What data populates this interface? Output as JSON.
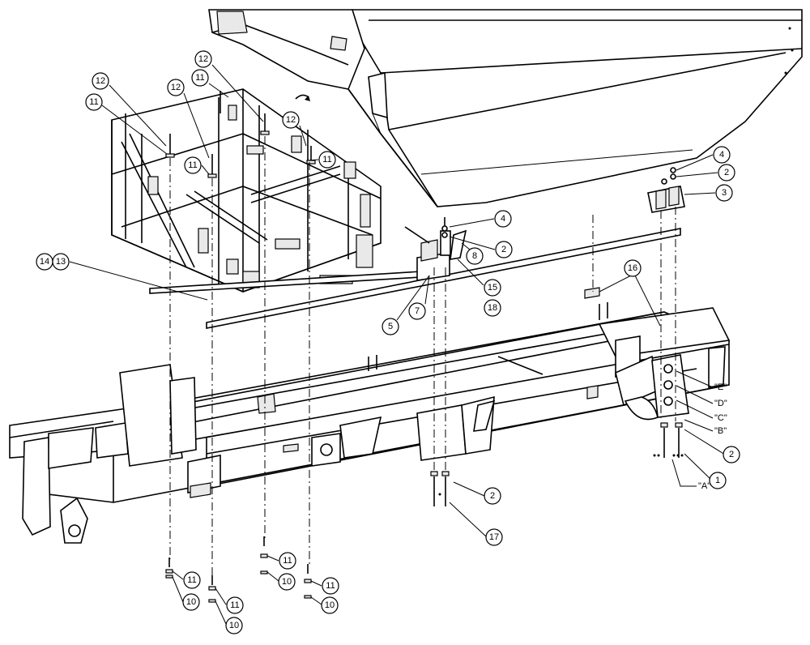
{
  "callouts": [
    {
      "id": "c-12-a",
      "label": "12"
    },
    {
      "id": "c-11-a",
      "label": "11"
    },
    {
      "id": "c-12-b",
      "label": "12"
    },
    {
      "id": "c-11-b",
      "label": "11"
    },
    {
      "id": "c-12-c",
      "label": "12"
    },
    {
      "id": "c-12-d",
      "label": "12"
    },
    {
      "id": "c-11-c",
      "label": "11"
    },
    {
      "id": "c-11-d",
      "label": "11"
    },
    {
      "id": "c-14",
      "label": "14"
    },
    {
      "id": "c-13",
      "label": "13"
    },
    {
      "id": "c-4-a",
      "label": "4"
    },
    {
      "id": "c-2-a",
      "label": "2"
    },
    {
      "id": "c-3",
      "label": "3"
    },
    {
      "id": "c-4-b",
      "label": "4"
    },
    {
      "id": "c-2-b",
      "label": "2"
    },
    {
      "id": "c-8",
      "label": "8"
    },
    {
      "id": "c-15",
      "label": "15"
    },
    {
      "id": "c-18",
      "label": "18"
    },
    {
      "id": "c-7",
      "label": "7"
    },
    {
      "id": "c-5",
      "label": "5"
    },
    {
      "id": "c-16",
      "label": "16"
    },
    {
      "id": "c-2-c",
      "label": "2"
    },
    {
      "id": "c-1",
      "label": "1"
    },
    {
      "id": "c-2-d",
      "label": "2"
    },
    {
      "id": "c-17",
      "label": "17"
    },
    {
      "id": "c-11-e",
      "label": "11"
    },
    {
      "id": "c-10-a",
      "label": "10"
    },
    {
      "id": "c-11-f",
      "label": "11"
    },
    {
      "id": "c-10-b",
      "label": "10"
    },
    {
      "id": "c-11-g",
      "label": "11"
    },
    {
      "id": "c-10-c",
      "label": "10"
    },
    {
      "id": "c-11-h",
      "label": "11"
    },
    {
      "id": "c-10-d",
      "label": "10"
    }
  ],
  "letters": [
    {
      "id": "l-e",
      "label": "\"E\""
    },
    {
      "id": "l-d",
      "label": "\"D\""
    },
    {
      "id": "l-c",
      "label": "\"C\""
    },
    {
      "id": "l-b",
      "label": "\"B\""
    },
    {
      "id": "l-a",
      "label": "\"A\""
    }
  ]
}
